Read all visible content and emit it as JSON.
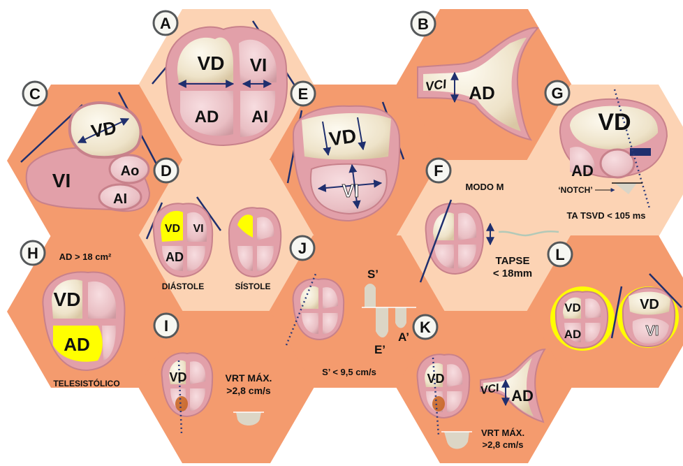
{
  "colors": {
    "hex_dark": "#f49b6e",
    "hex_light": "#fcd3b4",
    "badge_fill": "#f7f7f2",
    "badge_stroke": "#55585a",
    "tissue": "#e2a0a9",
    "chamber": "#f3ebd8",
    "highlight_yellow": "#ffff00",
    "arrow_navy": "#1f2f6e",
    "dotted_navy": "#2b3a7a"
  },
  "panels": {
    "A": {
      "badge": "A",
      "rv": "VD",
      "lv": "VI",
      "ra": "AD",
      "la": "AI"
    },
    "B": {
      "badge": "B",
      "vci": "VCI",
      "ra": "AD"
    },
    "C": {
      "badge": "C",
      "rv": "VD",
      "lv": "VI",
      "ao": "Ao",
      "la": "AI"
    },
    "D": {
      "badge": "D",
      "rv": "VD",
      "lv": "VI",
      "ra": "AD",
      "diastole": "DIÁSTOLE",
      "systole": "SÍSTOLE"
    },
    "E": {
      "badge": "E",
      "rv": "VD",
      "lv": "VI"
    },
    "F": {
      "badge": "F",
      "mode": "MODO M",
      "tapse": "TAPSE",
      "tapse_value": "< 18mm"
    },
    "G": {
      "badge": "G",
      "rv": "VD",
      "ra": "AD",
      "notch": "‘NOTCH’",
      "measure": "TA TSVD  < 105 ms"
    },
    "H": {
      "badge": "H",
      "criterion": "AD > 18 cm²",
      "rv": "VD",
      "ra": "AD",
      "phase": "TELESISTÓLICO"
    },
    "I": {
      "badge": "I",
      "rv": "VD",
      "vrt_1": "VRT MÁX.",
      "vrt_2": ">2,8 cm/s"
    },
    "J": {
      "badge": "J",
      "s_wave": "S’",
      "e_wave": "E’",
      "a_wave": "A’",
      "criterion": "S’ <  9,5 cm/s"
    },
    "K": {
      "badge": "K",
      "rv": "VD",
      "vci": "VCI",
      "ra": "AD",
      "vrt_1": "VRT MÁX.",
      "vrt_2": ">2,8 cm/s"
    },
    "L": {
      "badge": "L",
      "rv": "VD",
      "ra": "AD",
      "lv": "VI"
    }
  }
}
